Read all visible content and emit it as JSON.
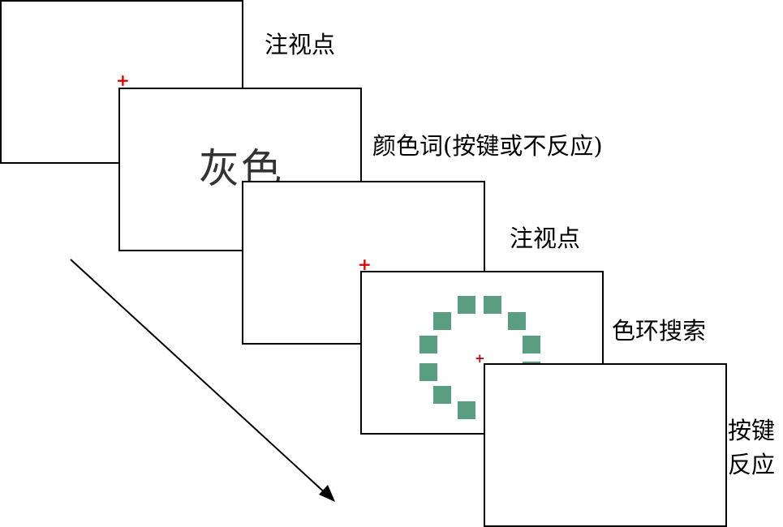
{
  "frames": [
    {
      "label": "注视点"
    },
    {
      "label": "颜色词(按键或不反应)",
      "word": "灰色"
    },
    {
      "label": "注视点"
    },
    {
      "label": "色环搜索"
    },
    {
      "label_line1": "按键",
      "label_line2": "反应"
    }
  ],
  "fixation_symbol": "+",
  "colors": {
    "fixation": "#e00000",
    "ring_square": "#5a9e82"
  },
  "ring_square_count": 10
}
